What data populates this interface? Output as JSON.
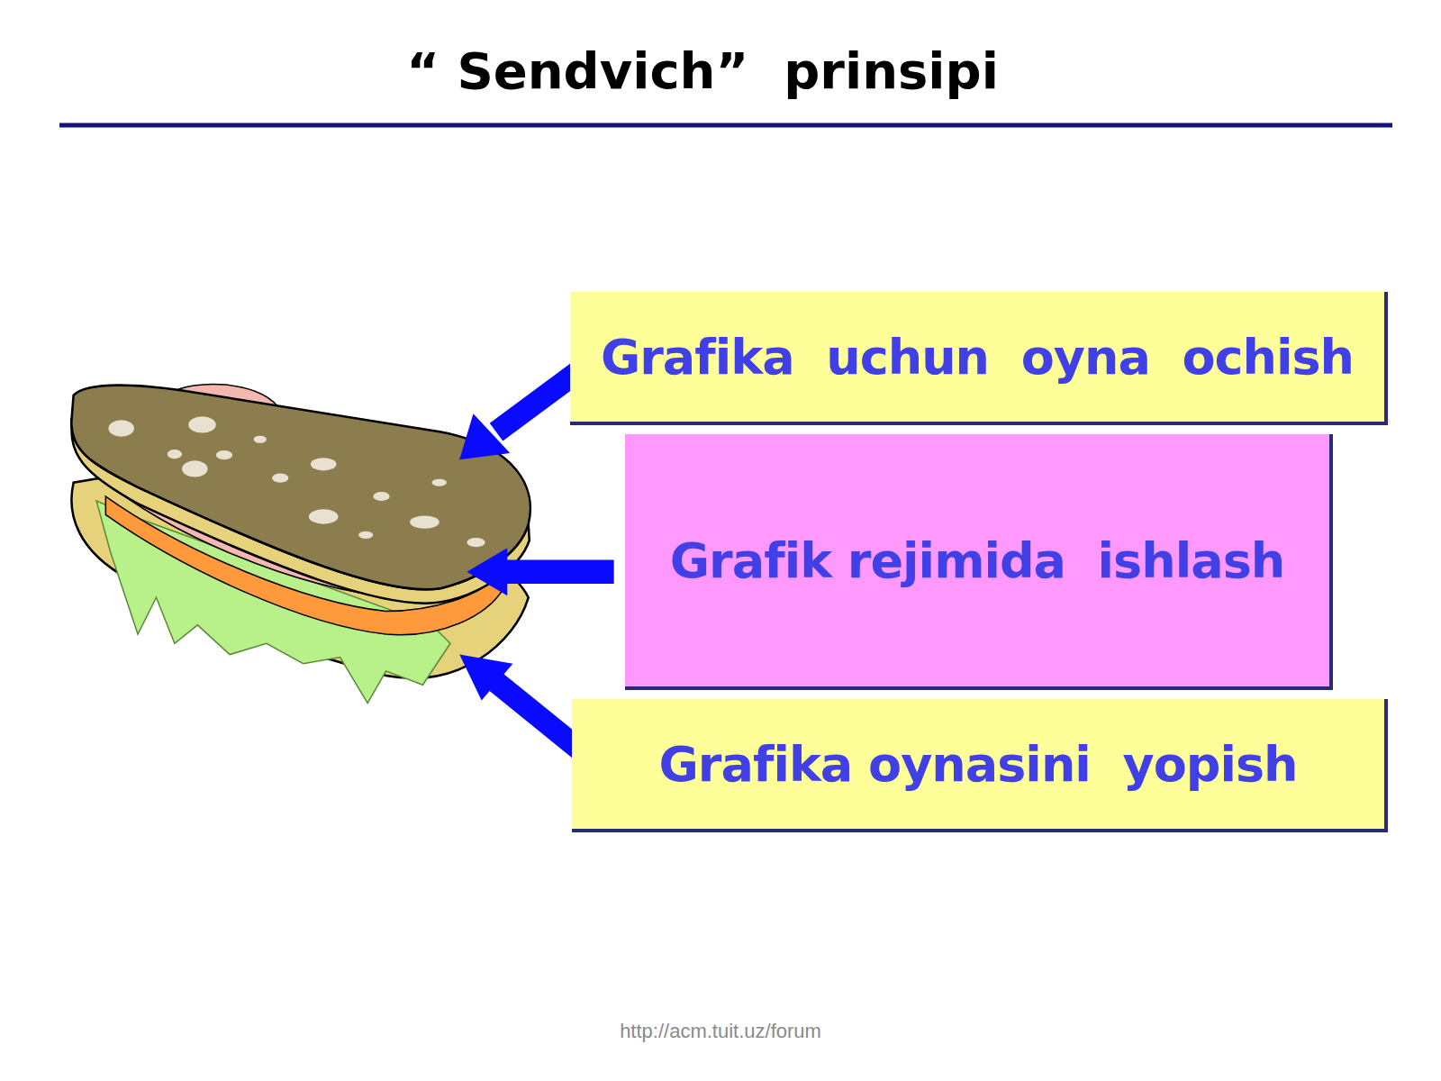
{
  "diagram": {
    "title": "“ Sendvich”  prinsipi",
    "nodes": [
      {
        "text": [
          "Grafika  uchun  oyna  ochish"
        ]
      },
      {
        "text": [
          "Grafik rejimida  ishlash"
        ]
      },
      {
        "text": [
          "Grafika oynasini  yopish"
        ]
      }
    ],
    "labels": [
      "http://acm.tuit.uz/forum"
    ]
  }
}
